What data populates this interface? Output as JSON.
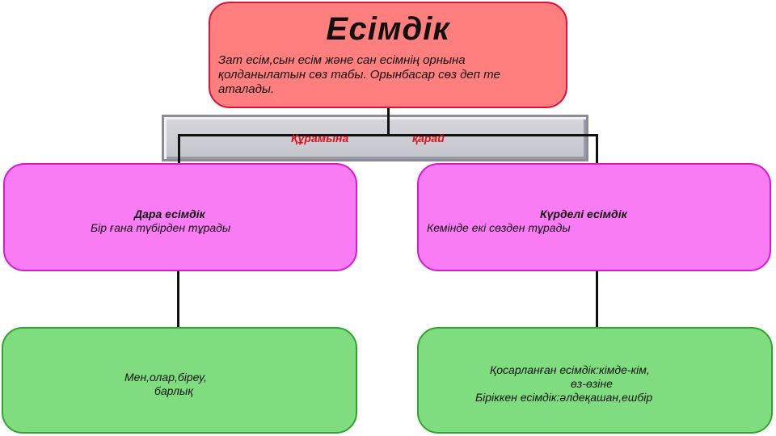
{
  "root": {
    "title": "Есімдік",
    "description": "Зат есім,сын есім және сан есімнің орнына қолданылатын сөз табы. Орынбасар сөз деп те аталады."
  },
  "connector": {
    "label_left": "Құрамына",
    "label_right": "қарай"
  },
  "left_branch": {
    "title": "Дара есімдік",
    "subtitle": "Бір ғана түбірден тұрады",
    "examples_line1": "Мен,олар,біреу,",
    "examples_line2": "барлық"
  },
  "right_branch": {
    "title": "Күрделі есімдік",
    "subtitle": "Кемінде екі сөзден тұрады",
    "examples_line1": "Қосарланған есімдік:кімде-кім,",
    "examples_line2": "өз-өзіне",
    "examples_line3": "Біріккен есімдік:әлдеқашан,ешбір"
  },
  "colors": {
    "root_fill": "#ff7f7f",
    "branch_fill": "#fa7cf4",
    "leaf_fill": "#7fdd7f",
    "label_color": "#e0101a"
  }
}
